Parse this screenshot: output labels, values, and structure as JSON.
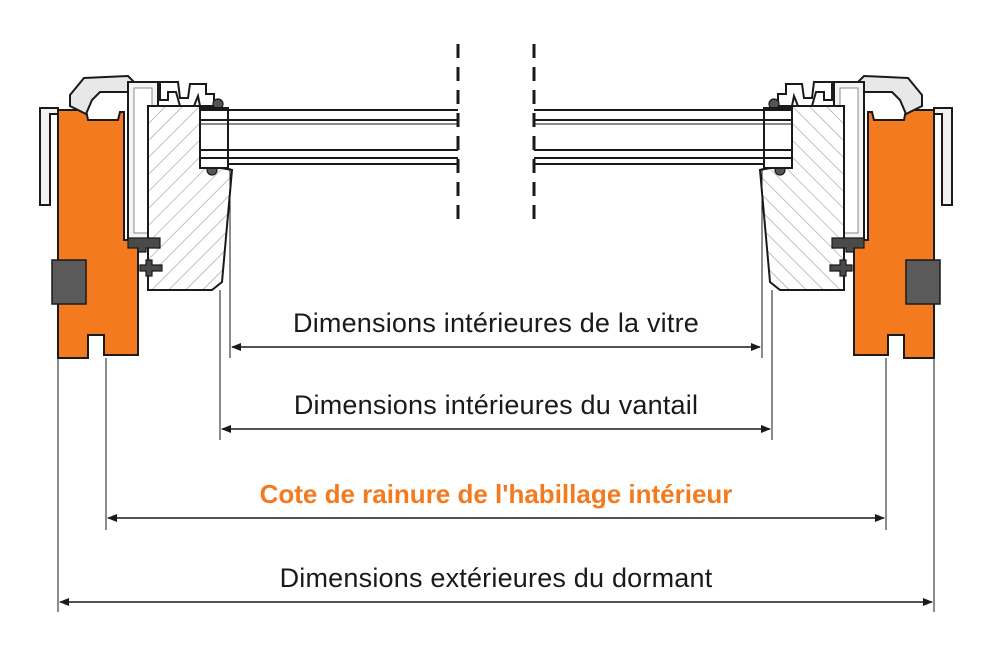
{
  "dimensions": {
    "glass_inner": "Dimensions intérieures de la vitre",
    "sash_inner": "Dimensions intérieures du vantail",
    "groove": "Cote de rainure de l'habillage intérieur",
    "frame_outer": "Dimensions extérieures du dormant"
  },
  "colors": {
    "frame": "#f47a1f",
    "accent_text": "#f47a1f",
    "line": "#1a1a1a",
    "hatch": "#9a9a9a",
    "gasket": "#555555"
  }
}
